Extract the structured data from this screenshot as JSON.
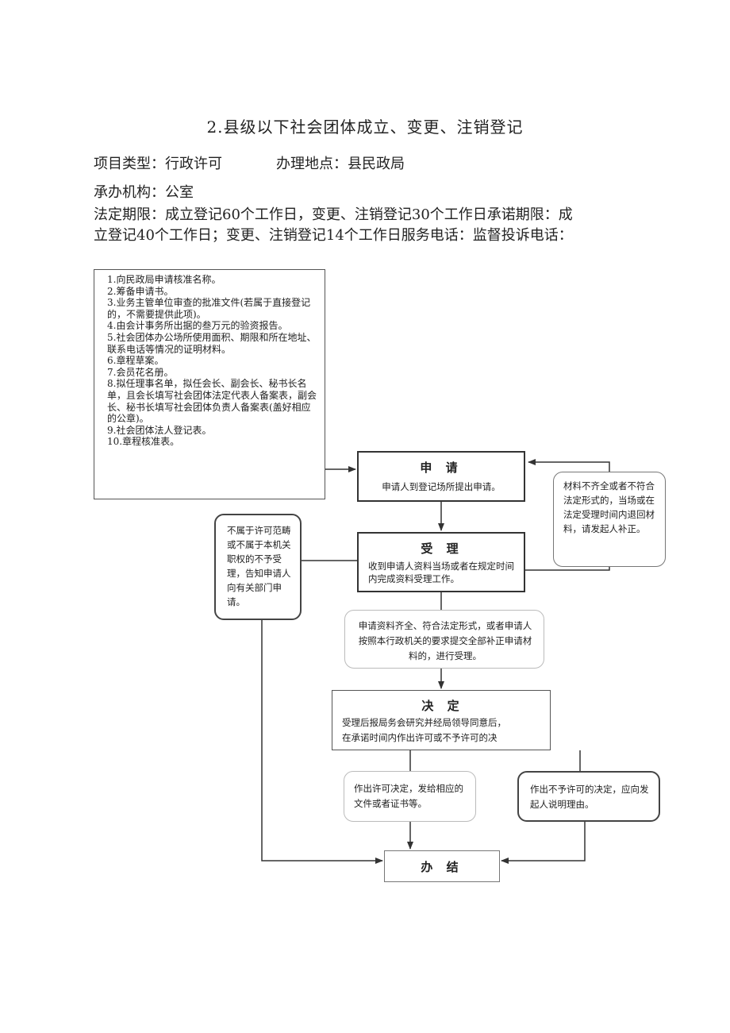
{
  "title": "2.县级以下社会团体成立、变更、注销登记",
  "meta": {
    "type": "项目类型：行政许可",
    "location": "办理地点：县民政局",
    "org": "承办机构：公室",
    "limits": "法定期限：成立登记60个工作日，变更、注销登记30个工作日承诺期限：成立登记40个工作日；变更、注销登记14个工作日服务电话：监督投诉电话："
  },
  "materials": [
    "1.向民政局申请核准名称。",
    "2.筹备申请书。",
    "3.业务主管单位审查的批准文件(若属于直接登记的，不需要提供此项)。",
    "4.由会计事务所出据的叁万元的验资报告。",
    "5.社会团体办公场所使用面积、期限和所在地址、联系电话等情况的证明材料。",
    "6.章程草案。",
    "7.会员花名册。",
    "8.拟任理事名单，拟任会长、副会长、秘书长名单，且会长填写社会团体法定代表人备案表，副会长、秘书长填写社会团体负责人备案表(盖好相应的公章)。",
    "9.社会团体法人登记表。",
    "10.章程核准表。"
  ],
  "steps": {
    "apply": {
      "title": "申 请",
      "text": "申请人到登记场所提出申请。"
    },
    "accept": {
      "title": "受 理",
      "text": "收到申请人资料当场或者在规定时间内完成资料受理工作。"
    },
    "reject_scope": {
      "text": "不属于许可范畴或不属于本机关职权的不予受理，告知申请人向有关部门申请。"
    },
    "incomplete": {
      "text": "材料不齐全或者不符合法定形式的，当场或在法定受理时间内退回材料，请发起人补正。"
    },
    "accept_cond": {
      "text": "申请资料齐全、符合法定形式，或者申请人按照本行政机关的要求提交全部补正申请材料的，进行受理。"
    },
    "decide": {
      "title": "决 定",
      "line1": "受理后报局务会研究并经局领导同意后，",
      "line2": "在承诺时间内作出许可或不予许可的决"
    },
    "grant": {
      "text": "作出许可决定，发给相应的文件或者证书等。"
    },
    "deny": {
      "text": "作出不予许可的决定，应向发起人说明理由。"
    },
    "finish": {
      "title": "办 结"
    }
  }
}
